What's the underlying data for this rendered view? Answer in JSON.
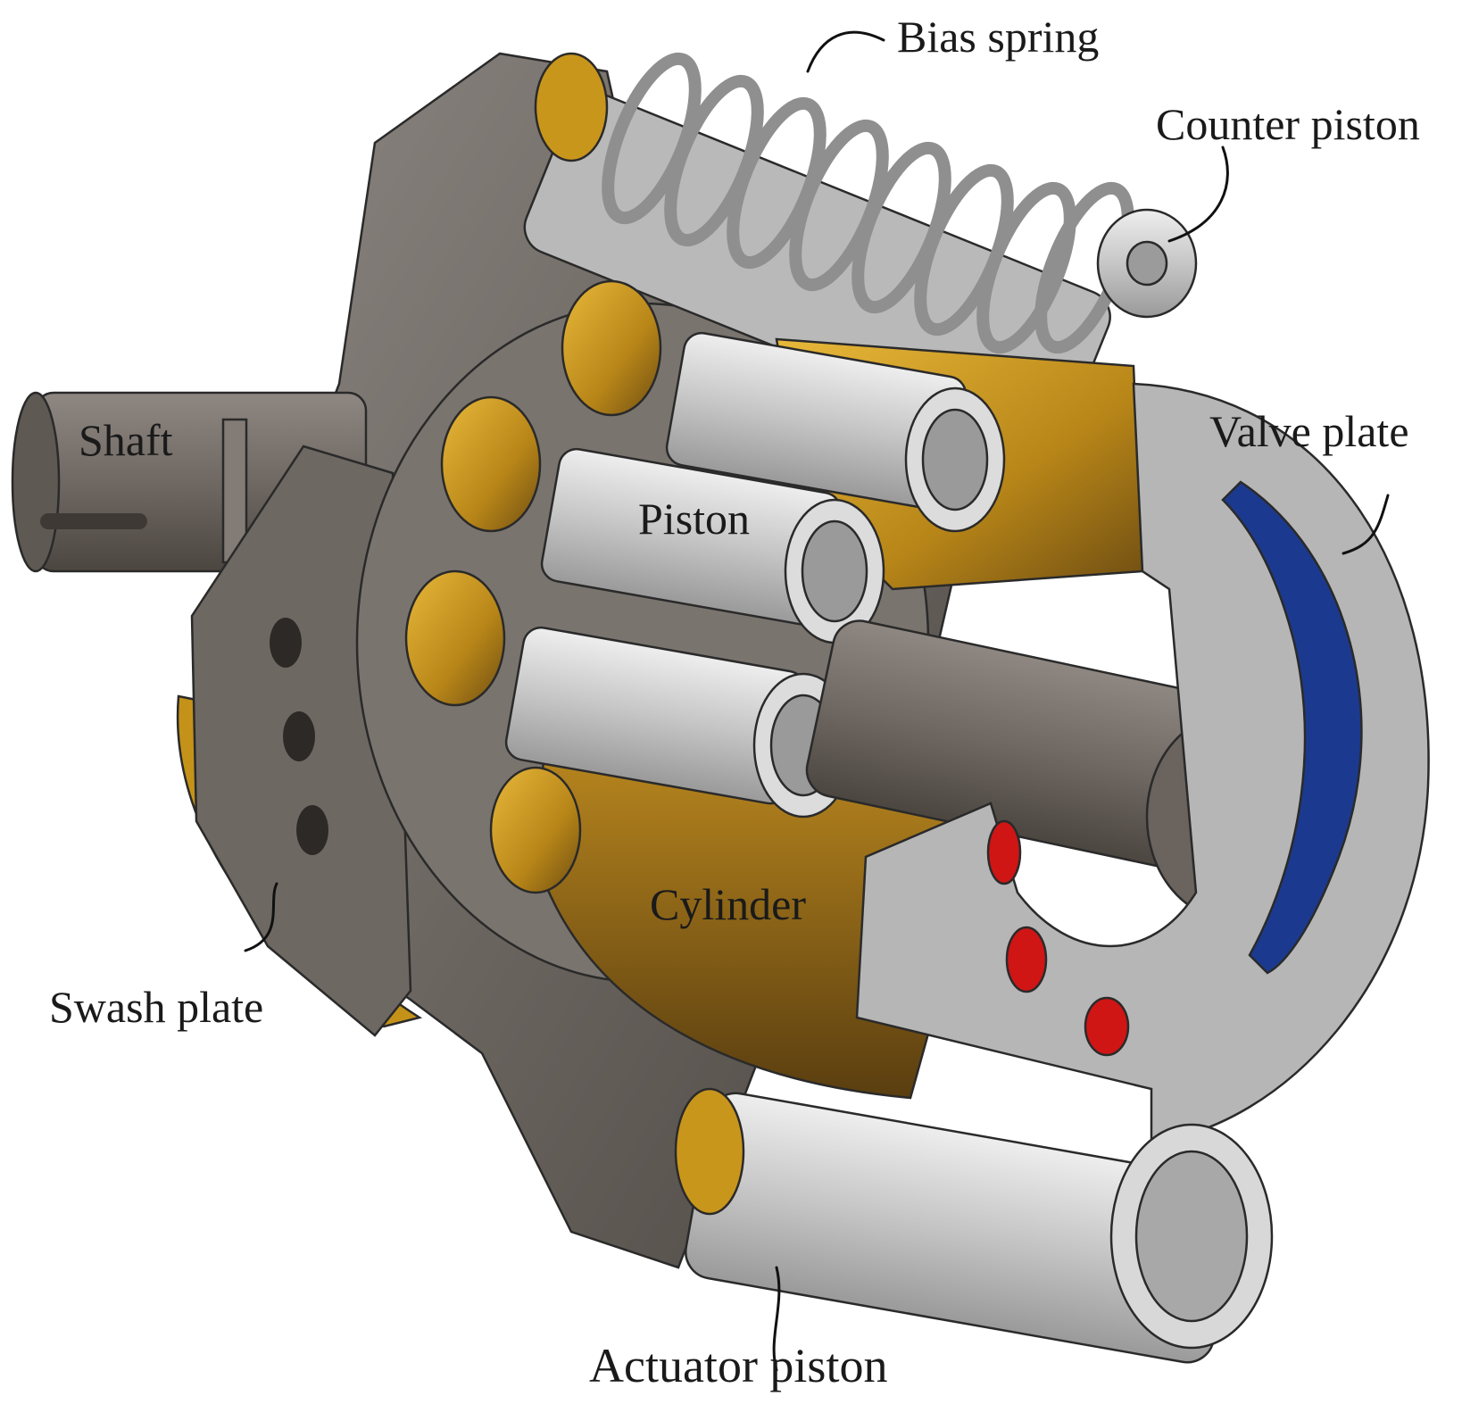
{
  "labels": {
    "bias_spring": "Bias spring",
    "counter_piston": "Counter piston",
    "shaft": "Shaft",
    "valve_plate": "Valve plate",
    "piston": "Piston",
    "cylinder": "Cylinder",
    "swash_plate": "Swash plate",
    "actuator_piston": "Actuator piston"
  },
  "colors": {
    "housing_dark": "#6b6560",
    "steel_light": "#c9c9c9",
    "brass": "#c9961c",
    "brass_dark": "#6e4d12",
    "port_red": "#d01515",
    "groove_blue": "#1b3a8f"
  }
}
